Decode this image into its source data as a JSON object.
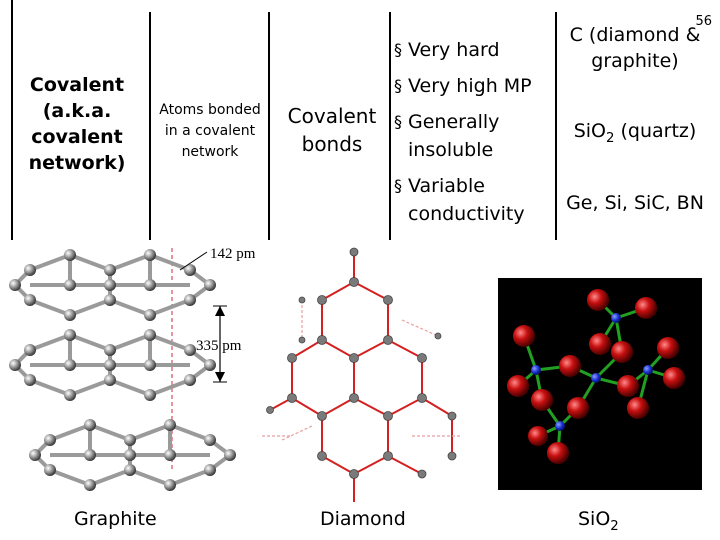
{
  "page_number": "56",
  "row": {
    "type_label": "Covalent (a.k.a. covalent network)",
    "structural_units": "Atoms bonded in a covalent network",
    "forces": "Covalent bonds",
    "properties": [
      "Very hard",
      "Very high MP",
      "Generally insoluble",
      "Variable conductivity"
    ],
    "example_1": "C (diamond & graphite)",
    "example_2_base": "SiO",
    "example_2_sub": "2",
    "example_2_rest": " (quartz)",
    "example_3": "Ge, Si, SiC, BN"
  },
  "figures": {
    "graphite_caption": "Graphite",
    "graphite_bond_label": "142 pm",
    "graphite_spacing_label": "335 pm",
    "diamond_caption": "Diamond",
    "sio2_caption_base": "SiO",
    "sio2_caption_sub": "2"
  },
  "colors": {
    "diamond_bonds": "#d42020",
    "sio2_background": "#000000",
    "oxygen_atoms": "#c81010",
    "silicon_atoms": "#1a2fd0",
    "sio2_bonds": "#22a022"
  }
}
